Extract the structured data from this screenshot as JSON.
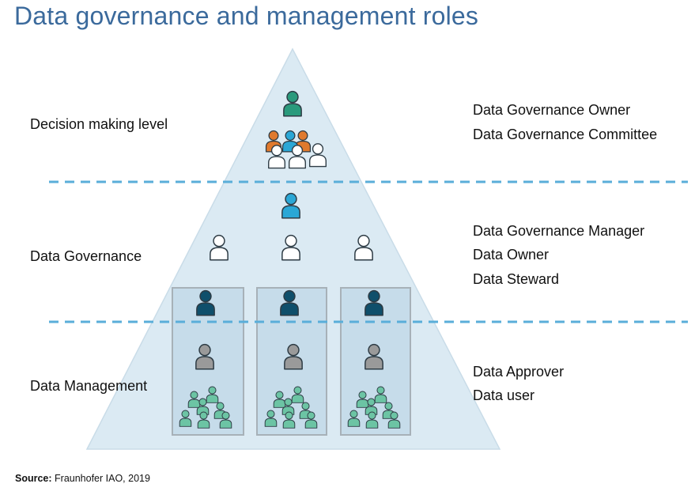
{
  "title": "Data governance and management roles",
  "levels": {
    "decision": "Decision making level",
    "governance": "Data Governance",
    "management": "Data Management"
  },
  "roles": {
    "governance_owner": "Data Governance Owner",
    "governance_committee": "Data Governance Committee",
    "governance_manager": "Data Governance Manager",
    "data_owner": "Data Owner",
    "data_steward": "Data Steward",
    "data_approver": "Data Approver",
    "data_user": "Data user"
  },
  "source": {
    "label": "Source:",
    "text": "Fraunhofer IAO, 2019"
  },
  "colors": {
    "title": "#3b6a9c",
    "pyramid_fill": "#dbeaf3",
    "dash": "#5aaed9",
    "green": "#2a9a7c",
    "orange": "#e07a2e",
    "blue": "#2aa7d6",
    "navy": "#0f4f6b",
    "grey": "#9a9a9a",
    "teal": "#6cc4a4"
  }
}
